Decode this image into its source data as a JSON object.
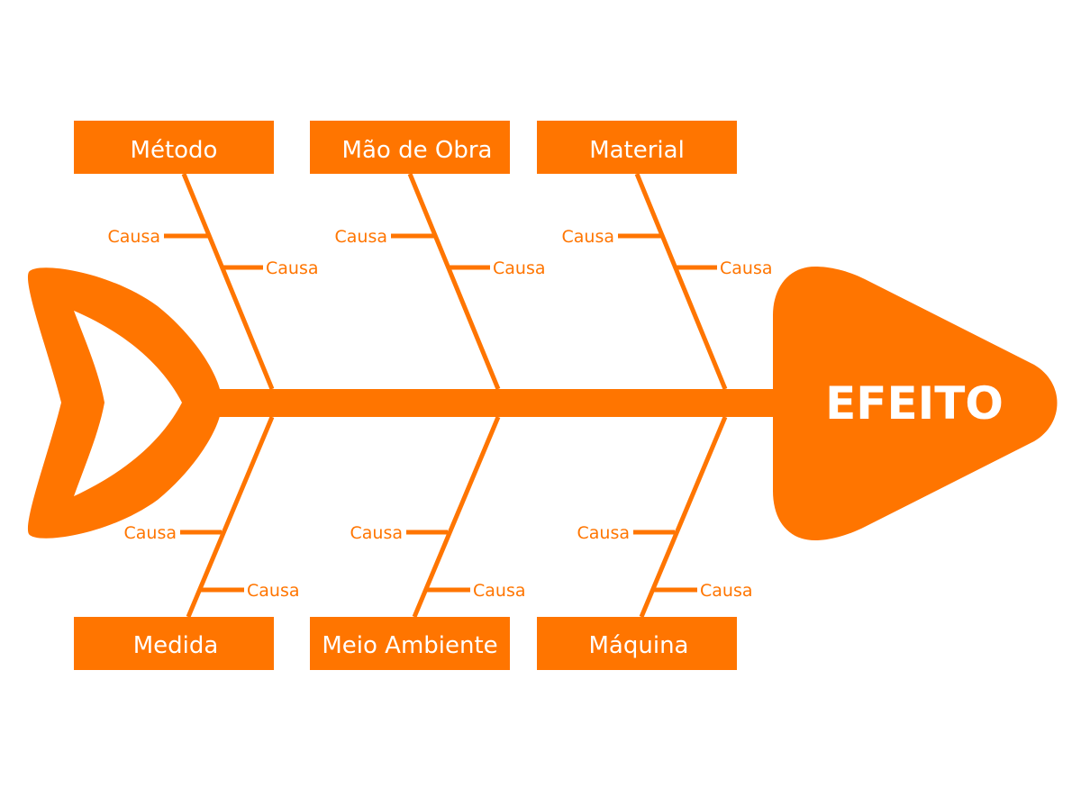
{
  "diagram": {
    "type": "ishikawa",
    "effect": "EFEITO",
    "color": "#FF7500",
    "text_color": "#ffffff",
    "categories": [
      {
        "label": "Método",
        "causes": [
          "Causa",
          "Causa"
        ]
      },
      {
        "label": "Mão de Obra",
        "causes": [
          "Causa",
          "Causa"
        ]
      },
      {
        "label": "Material",
        "causes": [
          "Causa",
          "Causa"
        ]
      },
      {
        "label": "Medida",
        "causes": [
          "Causa",
          "Causa"
        ]
      },
      {
        "label": "Meio Ambiente",
        "causes": [
          "Causa",
          "Causa"
        ]
      },
      {
        "label": "Máquina",
        "causes": [
          "Causa",
          "Causa"
        ]
      }
    ]
  }
}
